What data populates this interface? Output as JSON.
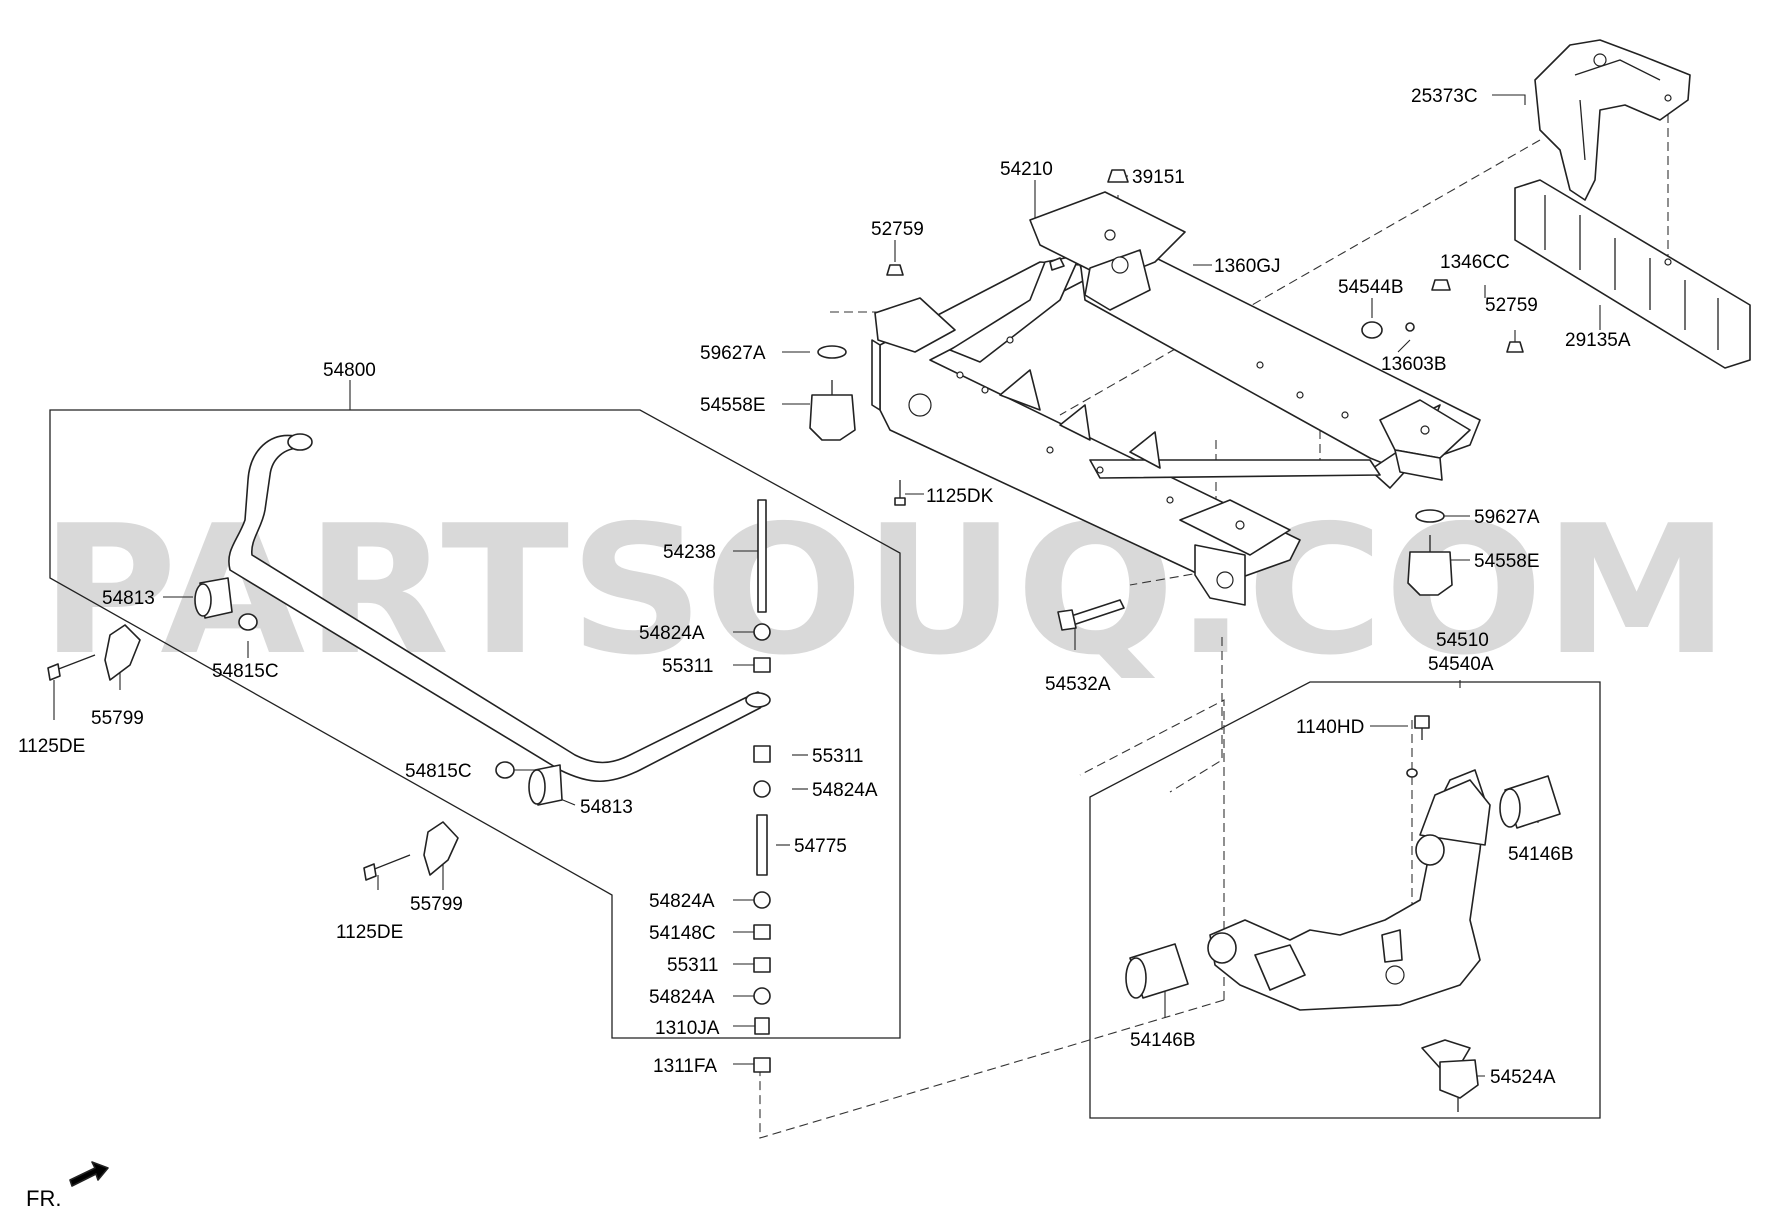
{
  "watermark": "PARTSOUQ.COM",
  "direction_label": "FR.",
  "labels": {
    "p25373C": "25373C",
    "p29135A": "29135A",
    "p54210": "54210",
    "p39151": "39151",
    "p1360GJ": "1360GJ",
    "p52759a": "52759",
    "p52759b": "52759",
    "p1346CC": "1346CC",
    "p54544B": "54544B",
    "p13603B": "13603B",
    "p59627Aa": "59627A",
    "p59627Ab": "59627A",
    "p54558Ea": "54558E",
    "p54558Eb": "54558E",
    "p1125DK": "1125DK",
    "p54532A": "54532A",
    "p54800": "54800",
    "p54238": "54238",
    "p54813a": "54813",
    "p54813b": "54813",
    "p54815Ca": "54815C",
    "p54815Cb": "54815C",
    "p55799a": "55799",
    "p55799b": "55799",
    "p1125DEa": "1125DE",
    "p1125DEb": "1125DE",
    "p54824Aa": "54824A",
    "p54824Ab": "54824A",
    "p54824Ac": "54824A",
    "p54824Ad": "54824A",
    "p55311a": "55311",
    "p55311b": "55311",
    "p55311c": "55311",
    "p54775": "54775",
    "p54148C": "54148C",
    "p1310JA": "1310JA",
    "p1311FA": "1311FA",
    "p54510": "54510",
    "p54540A": "54540A",
    "p1140HD": "1140HD",
    "p54146Ba": "54146B",
    "p54146Bb": "54146B",
    "p54524A": "54524A"
  }
}
